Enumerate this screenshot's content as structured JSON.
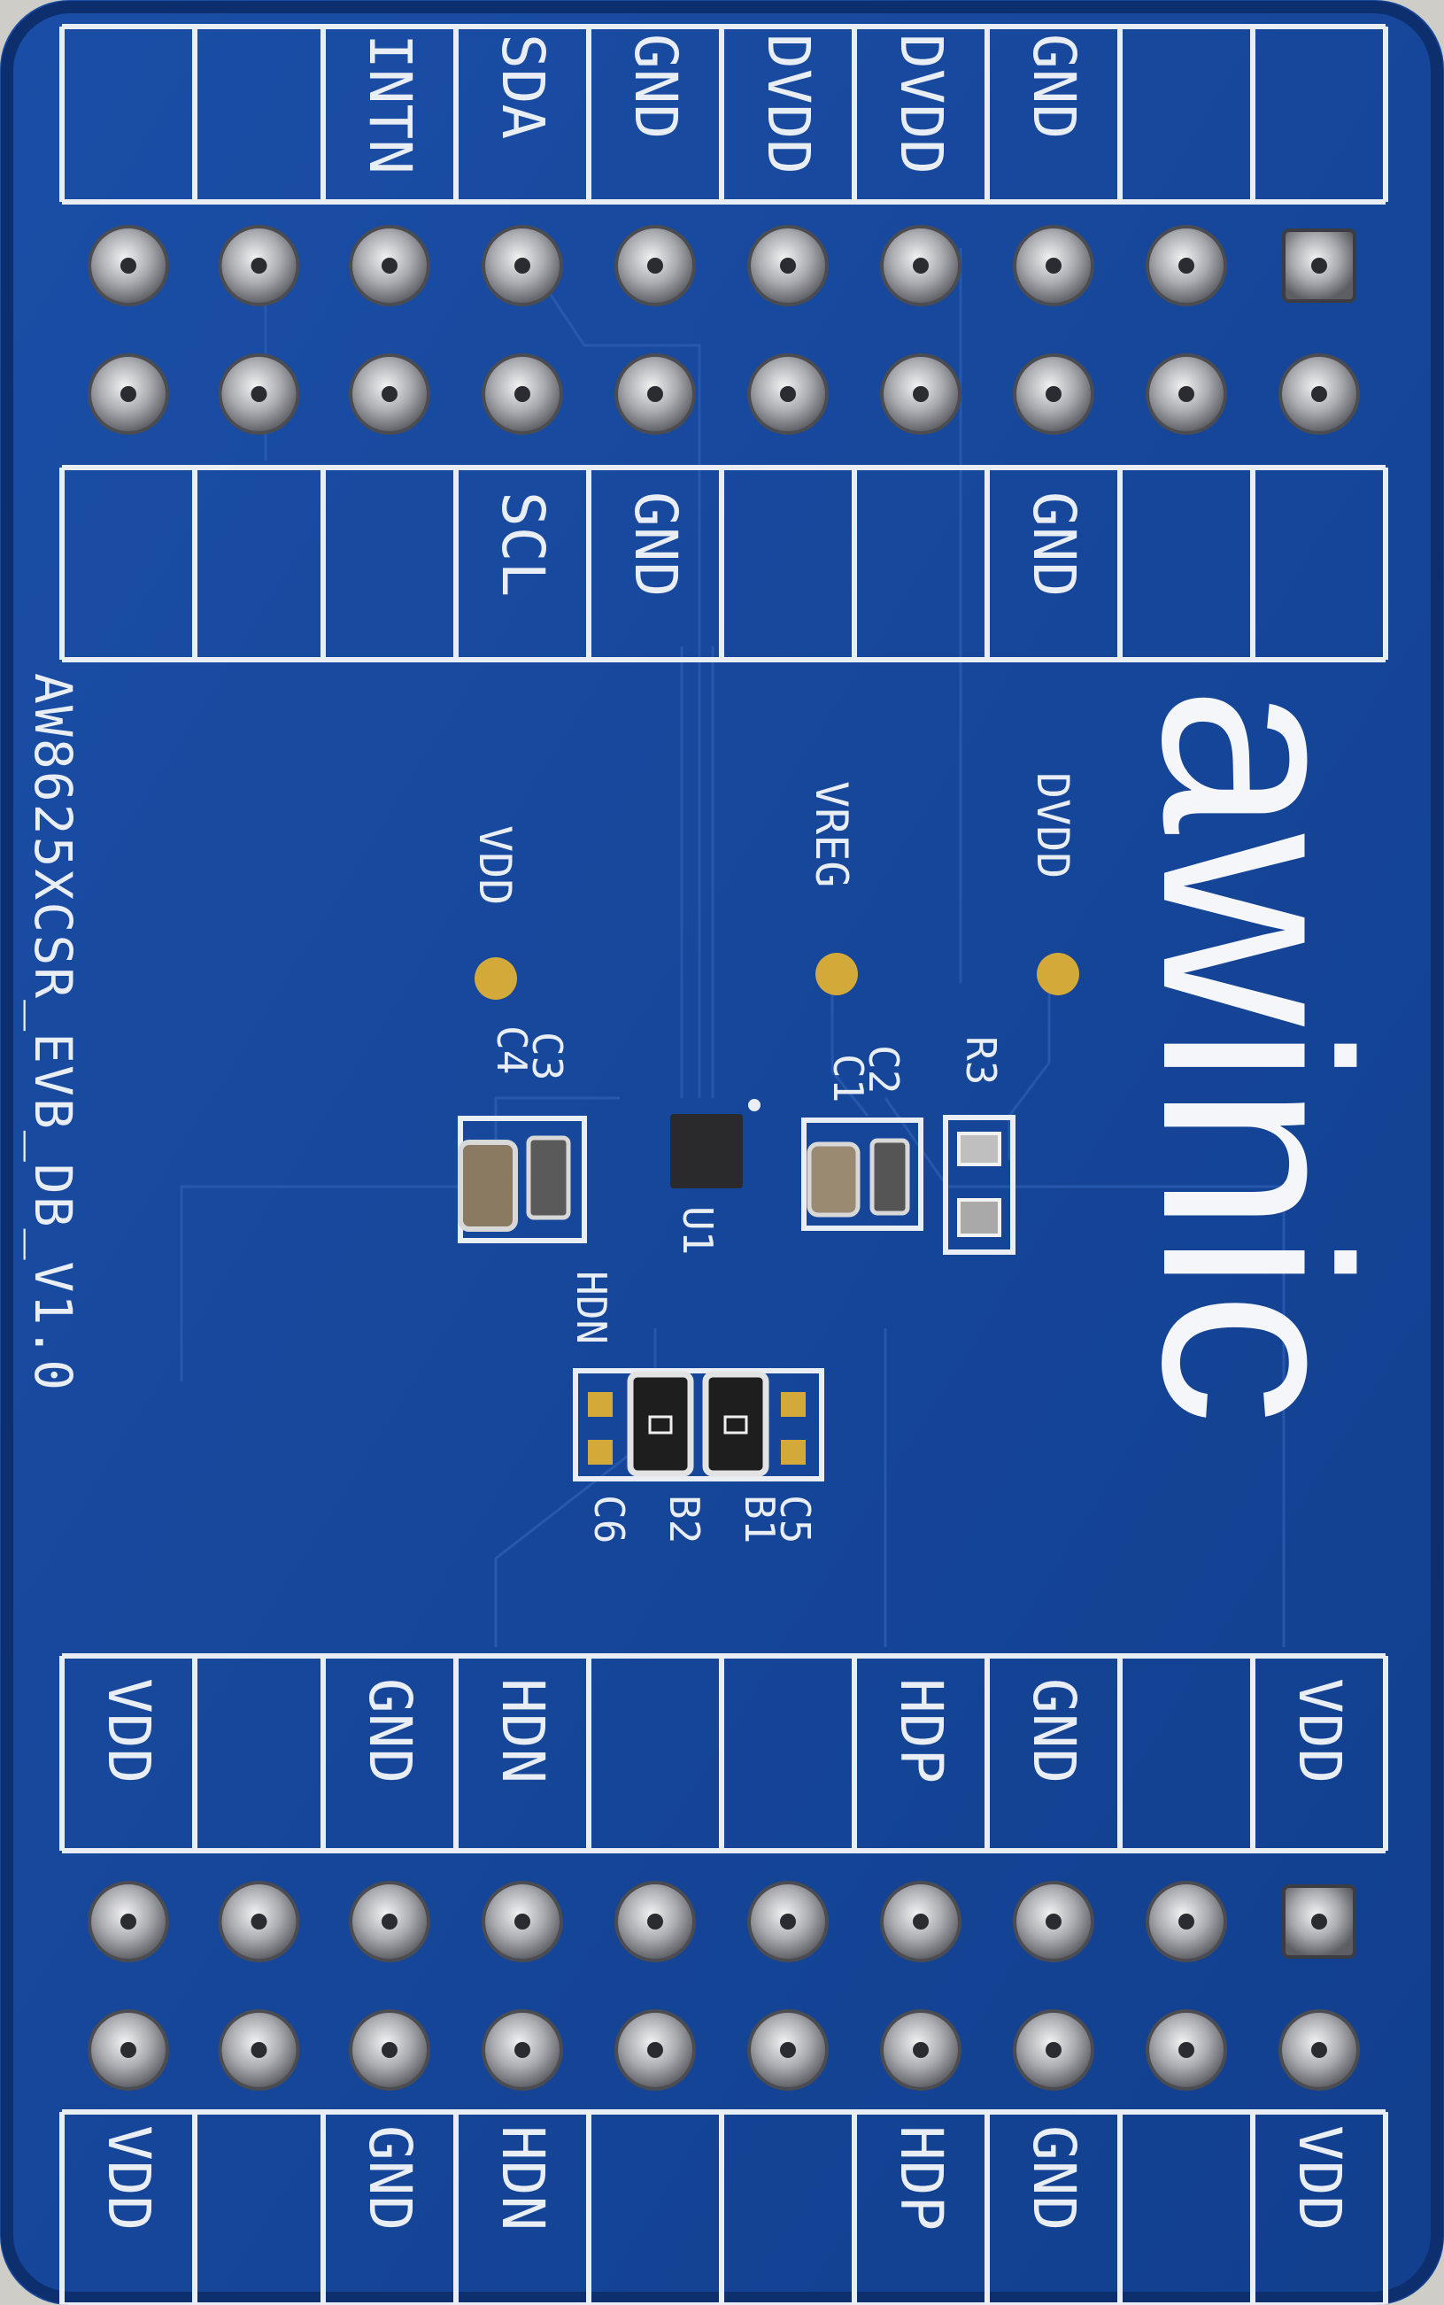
{
  "colors": {
    "board": "#16469a",
    "board_edge": "#0d2f6e",
    "silkscreen": "#e9edf4",
    "copper_gold": "#d3a93a",
    "pad_silver": "#c9c9c9",
    "chip": "#2a2a2d"
  },
  "header_top": {
    "upper_labels": [
      "",
      "",
      "INTN",
      "SDA",
      "GND",
      "DVDD",
      "DVDD",
      "GND",
      "",
      ""
    ],
    "lower_labels": [
      "",
      "",
      "",
      "SCL",
      "GND",
      "",
      "",
      "GND",
      "",
      ""
    ]
  },
  "header_bottom": {
    "upper_labels": [
      "VDD",
      "",
      "GND",
      "HDN",
      "",
      "",
      "HDP",
      "GND",
      "",
      "VDD"
    ],
    "lower_labels": [
      "VDD",
      "",
      "GND",
      "HDN",
      "",
      "",
      "HDP",
      "GND",
      "",
      "VDD"
    ]
  },
  "board_name": "AW8625XCSR_EVB_DB_V1.0",
  "logo": "awinic",
  "test_points": {
    "vdd": "VDD",
    "vreg": "VREG",
    "dvdd": "DVDD"
  },
  "designators": {
    "c3": "C3",
    "c4": "C4",
    "c2": "C2",
    "c1": "C1",
    "r3": "R3",
    "u1": "U1",
    "hdn": "HDN",
    "c5": "C5",
    "b1": "B1",
    "b2": "B2",
    "c6": "C6"
  }
}
